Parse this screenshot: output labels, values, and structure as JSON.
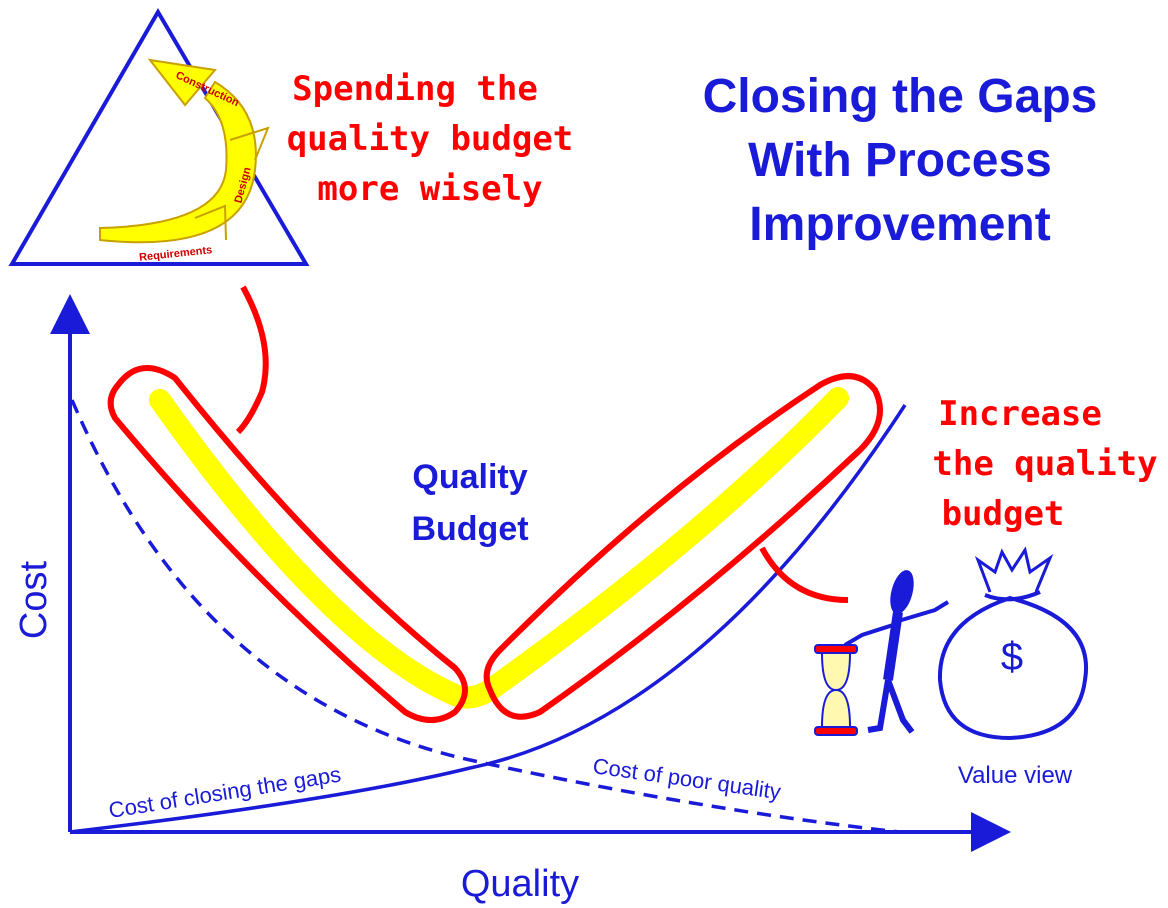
{
  "title": [
    "Closing the Gaps",
    "With Process",
    "Improvement"
  ],
  "spending_note": [
    "Spending the",
    "quality budget",
    "more wisely"
  ],
  "increase_note": [
    "Increase",
    "the quality",
    "budget"
  ],
  "quality_budget": [
    "Quality",
    "Budget"
  ],
  "axes": {
    "x_label": "Quality",
    "y_label": "Cost"
  },
  "curves": {
    "closing_gaps": "Cost of closing the gaps",
    "poor_quality": "Cost of poor quality"
  },
  "cycle_steps": [
    "Construction",
    "Design",
    "Requirements"
  ],
  "value_view": "Value view",
  "money_symbol": "$",
  "colors": {
    "blue": "#1a1ad9",
    "red": "#ff0000",
    "yellow": "#ffff00"
  },
  "icons": [
    "person-icon",
    "hourglass-icon",
    "money-bag-icon",
    "cycle-arrow-icon",
    "triangle-icon"
  ]
}
